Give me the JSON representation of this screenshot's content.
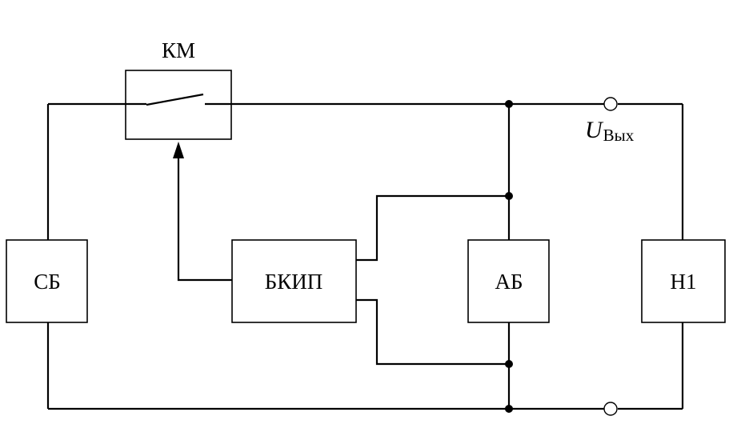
{
  "diagram": {
    "blocks": {
      "km": "КМ",
      "sb": "СБ",
      "bkip": "БКИП",
      "ab": "АБ",
      "h1": "Н1"
    },
    "output_voltage": {
      "symbol": "U",
      "subscript": "Вых"
    },
    "colors": {
      "line": "#000000",
      "background": "#ffffff"
    }
  }
}
